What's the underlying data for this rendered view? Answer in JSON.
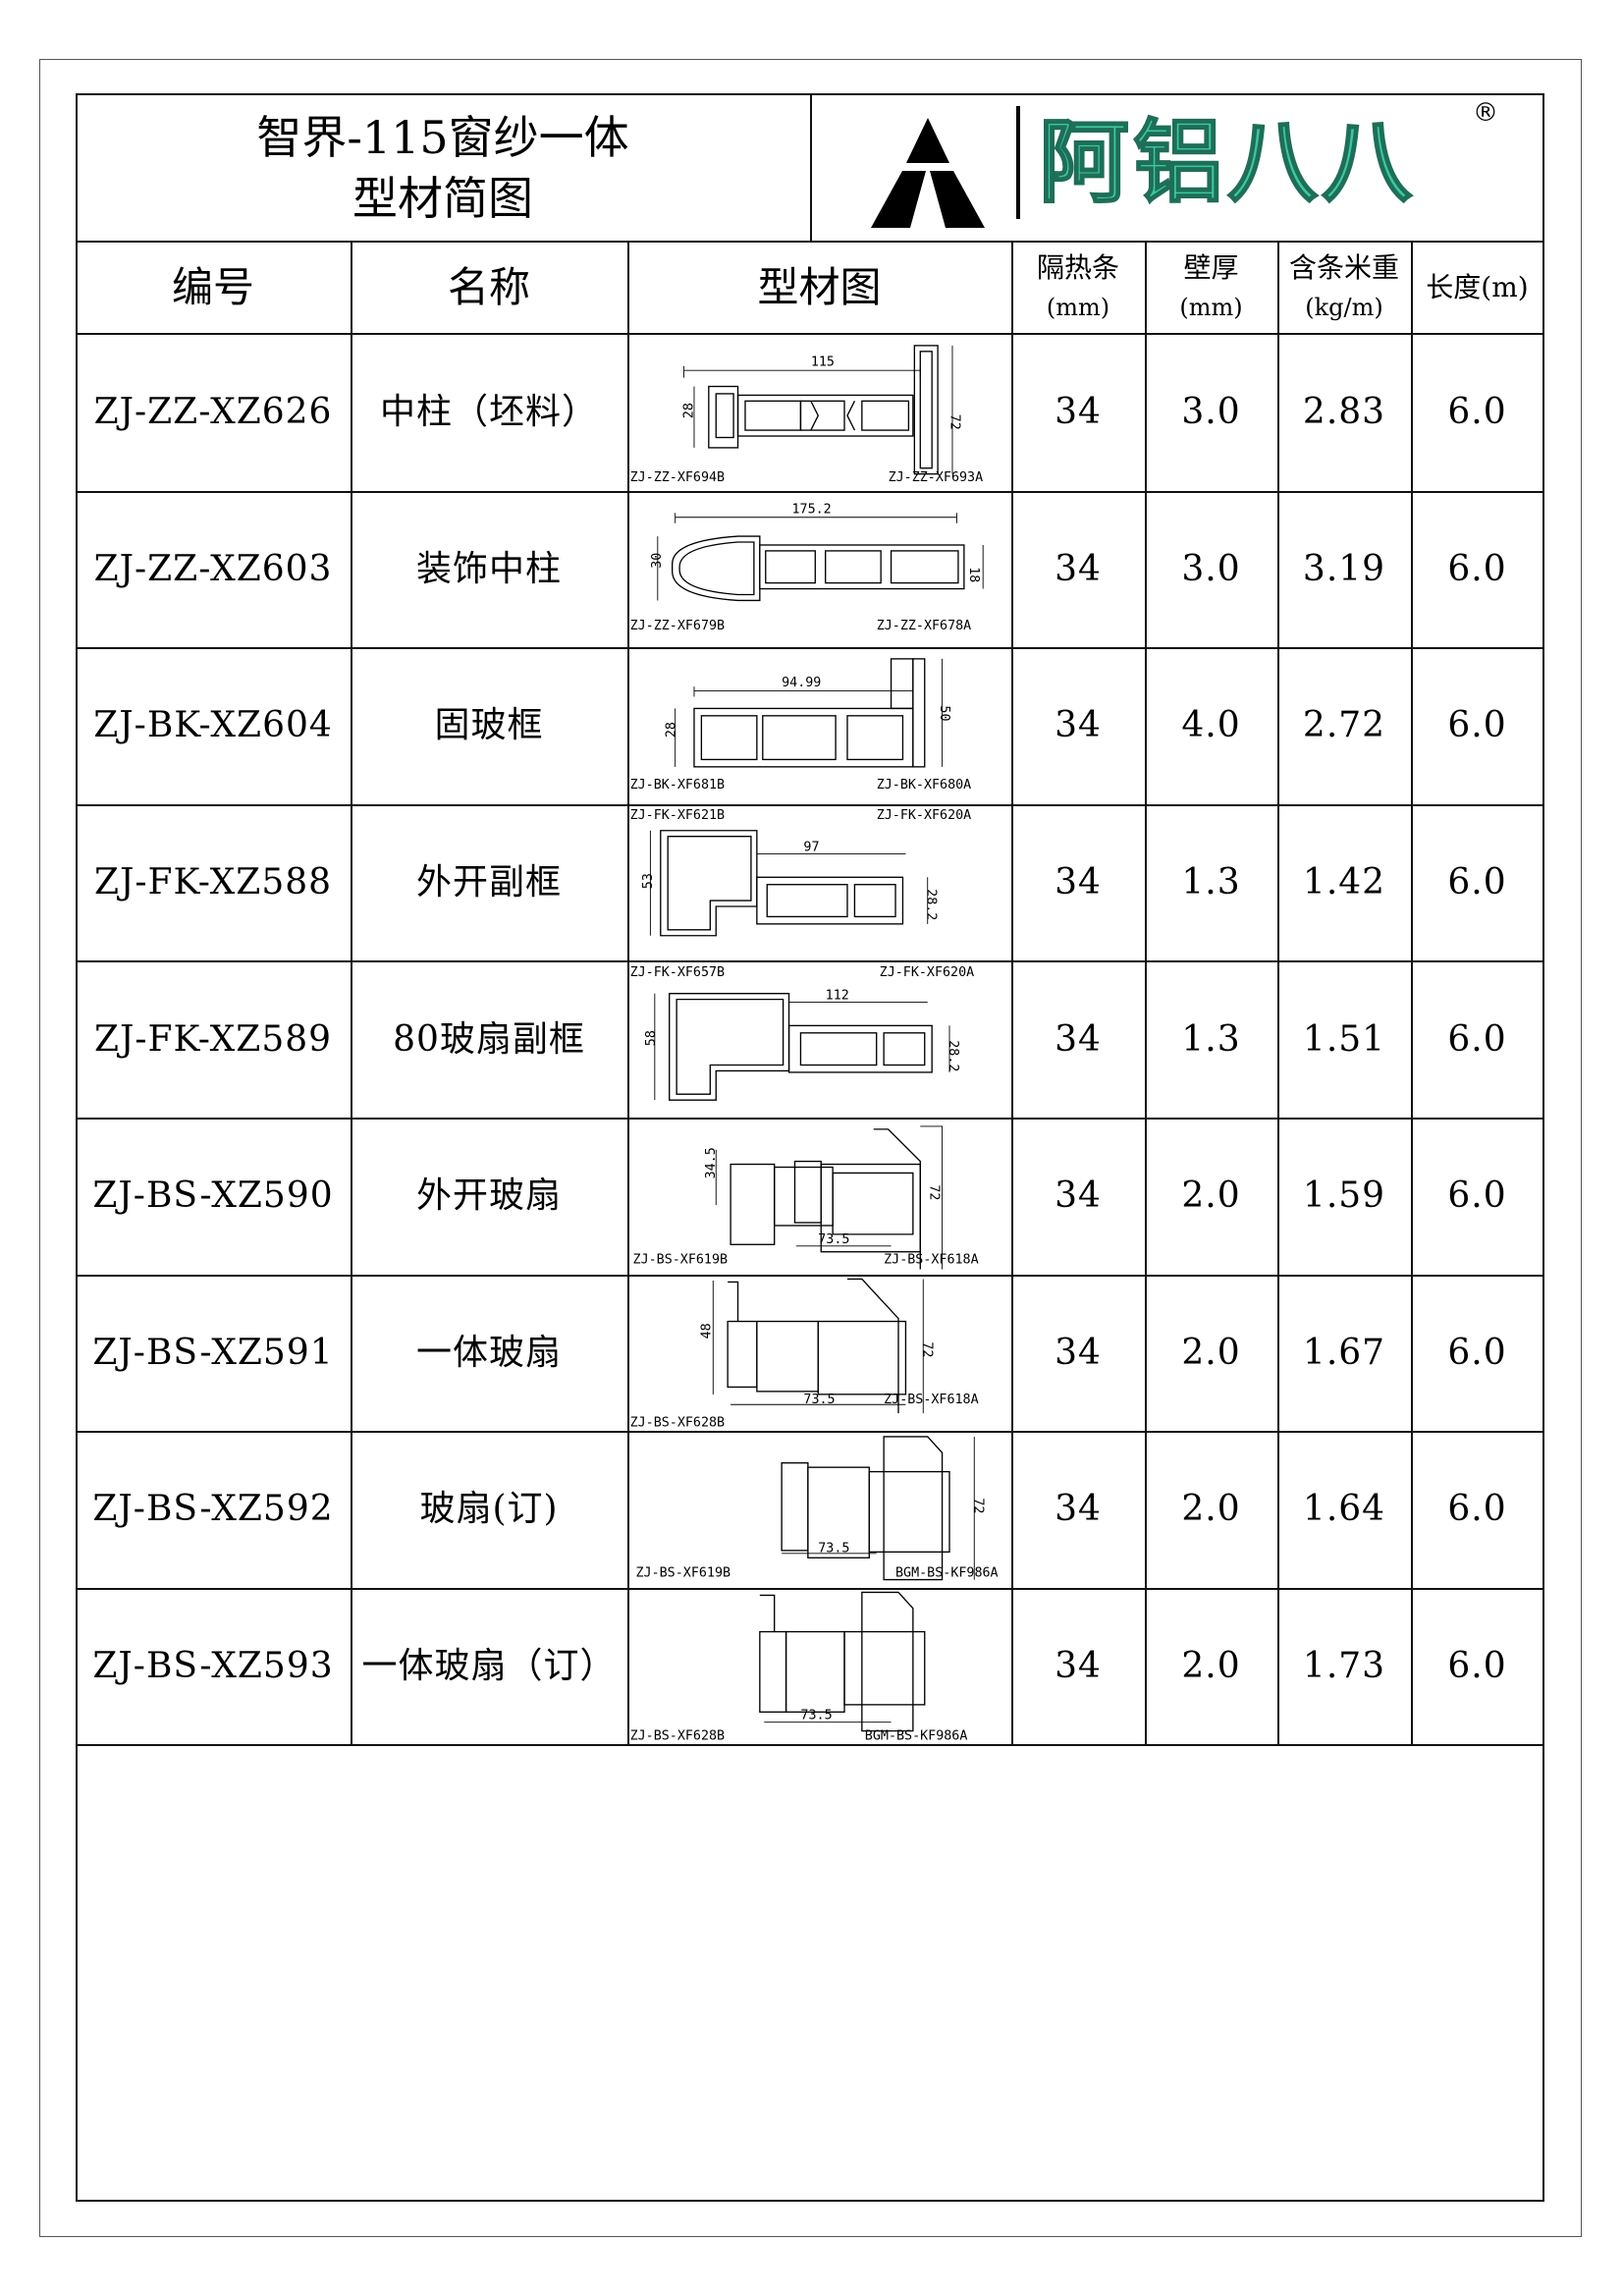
{
  "header": {
    "title_line1": "智界-115窗纱一体",
    "title_line2": "型材简图",
    "logo_text": "阿铝八八",
    "logo_mark": "®",
    "brand_color": "#3cc8a0"
  },
  "columns": {
    "code": "编号",
    "name": "名称",
    "drawing": "型材图",
    "strip": "隔热条",
    "strip_unit": "(mm)",
    "wall": "壁厚",
    "wall_unit": "(mm)",
    "weight": "含条米重",
    "weight_unit": "(kg/m)",
    "length": "长度(m)"
  },
  "rows": [
    {
      "code": "ZJ-ZZ-XZ626",
      "name": "中柱（坯料）",
      "strip": "34",
      "wall": "3.0",
      "weight": "2.83",
      "length": "6.0",
      "dims": [
        "115",
        "28",
        "72"
      ],
      "part_a": "ZJ-ZZ-XF694B",
      "part_b": "ZJ-ZZ-XF693A"
    },
    {
      "code": "ZJ-ZZ-XZ603",
      "name": "装饰中柱",
      "strip": "34",
      "wall": "3.0",
      "weight": "3.19",
      "length": "6.0",
      "dims": [
        "175.2",
        "30",
        "18"
      ],
      "part_a": "ZJ-ZZ-XF679B",
      "part_b": "ZJ-ZZ-XF678A"
    },
    {
      "code": "ZJ-BK-XZ604",
      "name": "固玻框",
      "strip": "34",
      "wall": "4.0",
      "weight": "2.72",
      "length": "6.0",
      "dims": [
        "94.99",
        "28",
        "50"
      ],
      "part_a": "ZJ-BK-XF681B",
      "part_b": "ZJ-BK-XF680A"
    },
    {
      "code": "ZJ-FK-XZ588",
      "name": "外开副框",
      "strip": "34",
      "wall": "1.3",
      "weight": "1.42",
      "length": "6.0",
      "dims": [
        "97",
        "53",
        "28.2"
      ],
      "part_a": "ZJ-FK-XF621B",
      "part_b": "ZJ-FK-XF620A"
    },
    {
      "code": "ZJ-FK-XZ589",
      "name": "80玻扇副框",
      "strip": "34",
      "wall": "1.3",
      "weight": "1.51",
      "length": "6.0",
      "dims": [
        "112",
        "58",
        "28.2"
      ],
      "part_a": "ZJ-FK-XF657B",
      "part_b": "ZJ-FK-XF620A"
    },
    {
      "code": "ZJ-BS-XZ590",
      "name": "外开玻扇",
      "strip": "34",
      "wall": "2.0",
      "weight": "1.59",
      "length": "6.0",
      "dims": [
        "73.5",
        "34.5",
        "72"
      ],
      "part_a": "ZJ-BS-XF619B",
      "part_b": "ZJ-BS-XF618A"
    },
    {
      "code": "ZJ-BS-XZ591",
      "name": "一体玻扇",
      "strip": "34",
      "wall": "2.0",
      "weight": "1.67",
      "length": "6.0",
      "dims": [
        "73.5",
        "48",
        "72"
      ],
      "part_a": "ZJ-BS-XF628B",
      "part_b": "ZJ-BS-XF618A"
    },
    {
      "code": "ZJ-BS-XZ592",
      "name": "玻扇(订)",
      "strip": "34",
      "wall": "2.0",
      "weight": "1.64",
      "length": "6.0",
      "dims": [
        "73.5",
        "",
        "72"
      ],
      "part_a": "ZJ-BS-XF619B",
      "part_b": "BGM-BS-KF986A"
    },
    {
      "code": "ZJ-BS-XZ593",
      "name": "一体玻扇（订）",
      "strip": "34",
      "wall": "2.0",
      "weight": "1.73",
      "length": "6.0",
      "dims": [
        "73.5",
        "",
        ""
      ],
      "part_a": "ZJ-BS-XF628B",
      "part_b": "BGM-BS-KF986A"
    }
  ]
}
